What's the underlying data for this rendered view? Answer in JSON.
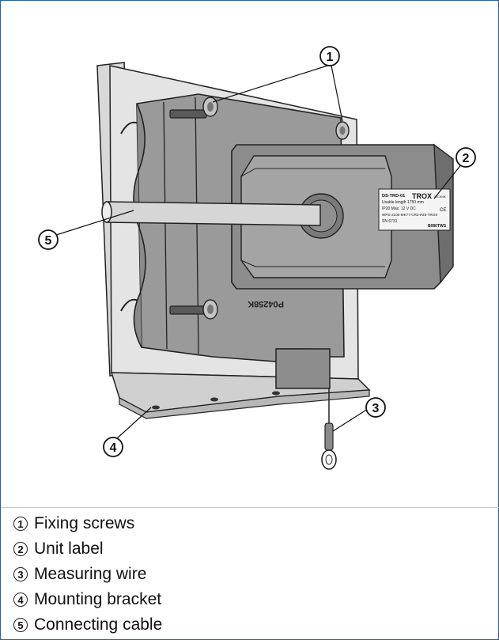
{
  "callouts": [
    {
      "number": "1",
      "text": "Fixing screws"
    },
    {
      "number": "2",
      "text": "Unit label"
    },
    {
      "number": "3",
      "text": "Measuring wire"
    },
    {
      "number": "4",
      "text": "Mounting bracket"
    },
    {
      "number": "5",
      "text": "Connecting cable"
    }
  ],
  "unit_label": {
    "line1": "DS-TRD-01",
    "brand": "TROX",
    "brand_suffix": "TECHNIK",
    "line2": "Usable length 1750 mm",
    "line3": "IP20 Max. 12 V DC",
    "mark": "CE",
    "line4": "WPS-2100-MK77-CR3-P25-TROX",
    "line5": "SN 6731",
    "line6": "B080TWS"
  },
  "housing_marking": "P04258K",
  "colors": {
    "frame_border": "#2c5f8e",
    "housing": "#9a9a9a",
    "housing_dark": "#7c7c7c",
    "bracket": "#e4e4e4",
    "cable": "#d6d6d6"
  }
}
